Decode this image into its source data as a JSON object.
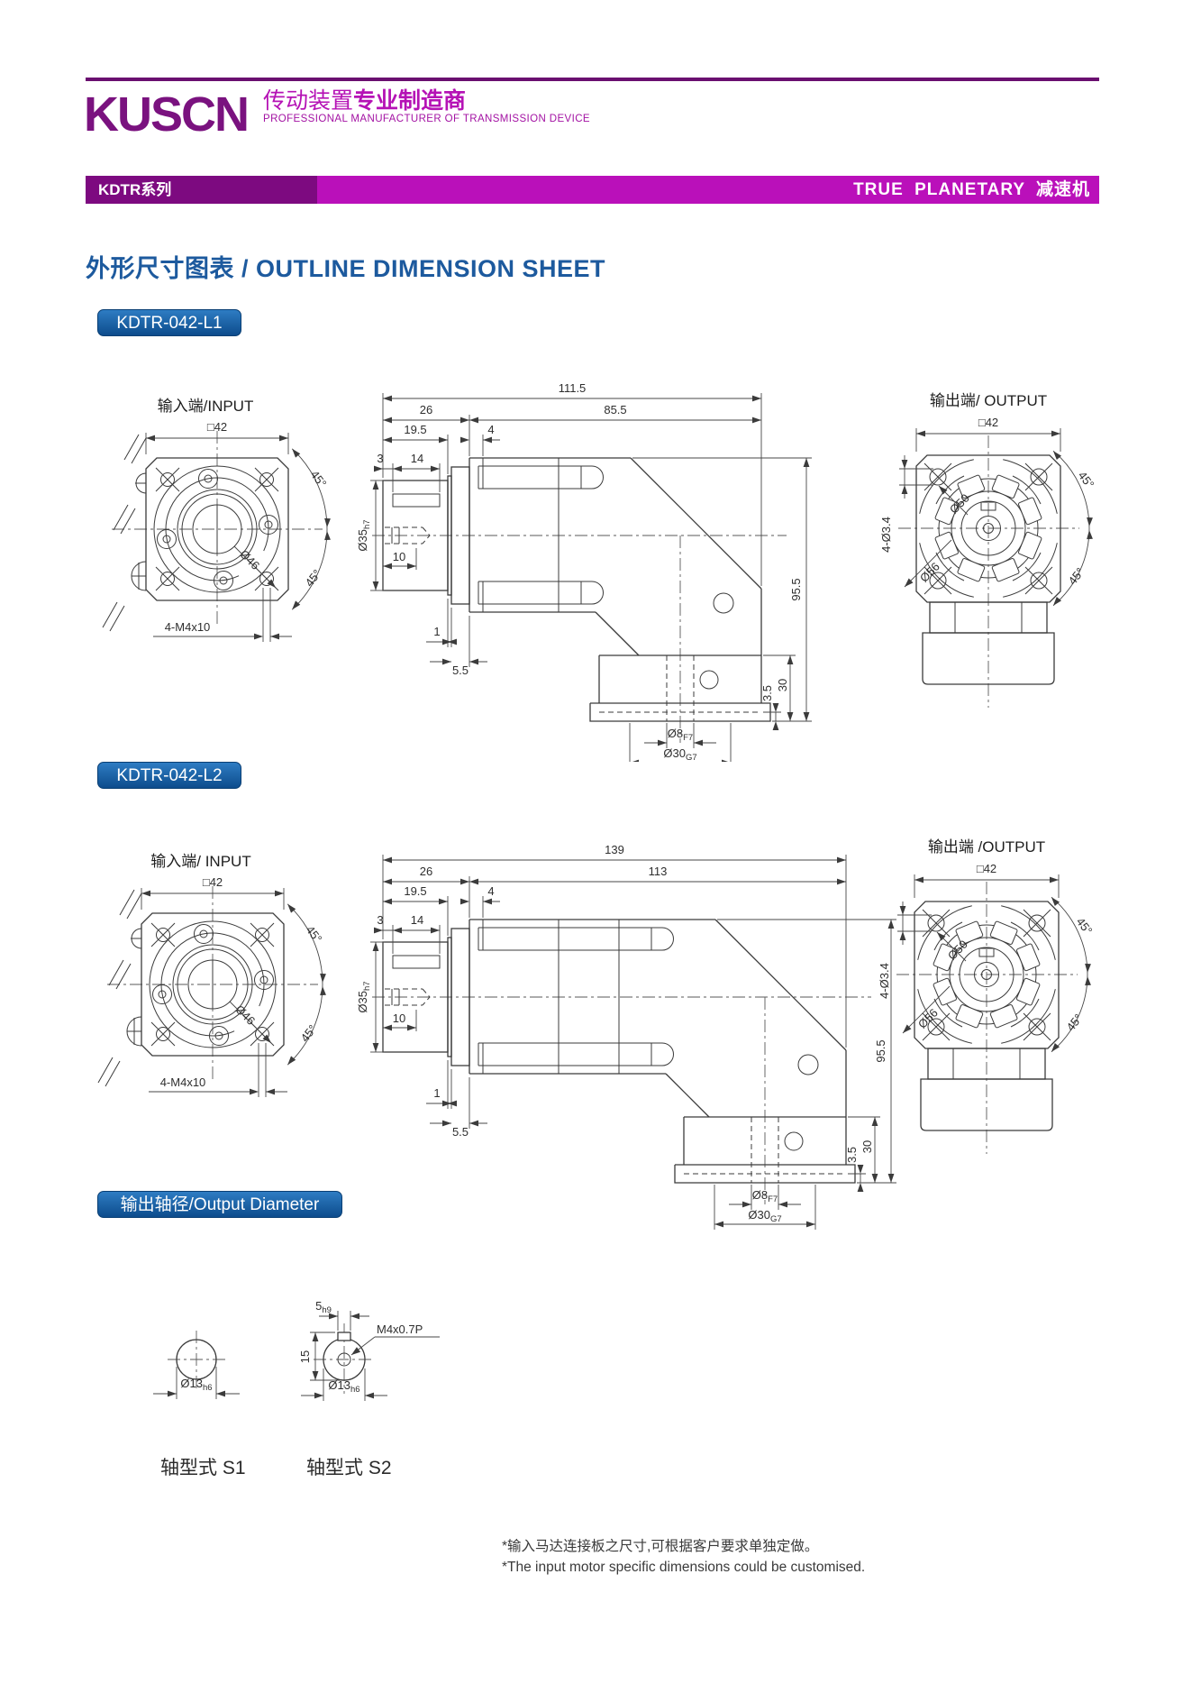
{
  "header": {
    "logo": "KUSCN",
    "tagline_cn_1": "传动装置",
    "tagline_cn_2": "专业制造商",
    "tagline_en": "PROFESSIONAL MANUFACTURER OF TRANSMISSION DEVICE",
    "series_label": "KDTR系列",
    "banner_right": "TRUE PLANETARY 减速机"
  },
  "page_title": "外形尺寸图表 / OUTLINE DIMENSION SHEET",
  "colors": {
    "brand_purple": "#7a127f",
    "brand_magenta": "#ba10ba",
    "badge_blue": "#1565a8",
    "title_blue": "#1d5a9e"
  },
  "sections": [
    {
      "badge": "KDTR-042-L1",
      "input": {
        "title": "输入端/INPUT",
        "square": "□42",
        "angle1": "45°",
        "angle2": "45°",
        "bolt_circle": "Ø46",
        "screws": "4-M4x10"
      },
      "side": {
        "total": "111.5",
        "front": "26",
        "body": "85.5",
        "pilot": "19.5",
        "plate": "4",
        "key_offset": "3",
        "key_len": "14",
        "shaft_main": "Ø35",
        "shaft_sub": "h7",
        "tap_depth": "10",
        "step": "1",
        "flange_t": "5.5",
        "height": "95.5",
        "foot": "3.5",
        "foot2": "30",
        "bore_main": "Ø8",
        "bore_sub": "F7",
        "spigot_main": "Ø30",
        "spigot_sub": "G7"
      },
      "output": {
        "title": "输出端/ OUTPUT",
        "square": "□42",
        "holes": "4-Ø3.4",
        "d50": "Ø50",
        "d56": "Ø56",
        "angle1": "45°",
        "angle2": "45°"
      }
    },
    {
      "badge": "KDTR-042-L2",
      "input": {
        "title": "输入端/ INPUT",
        "square": "□42",
        "angle1": "45°",
        "angle2": "45°",
        "bolt_circle": "Ø46",
        "screws": "4-M4x10"
      },
      "side": {
        "total": "139",
        "front": "26",
        "body": "113",
        "pilot": "19.5",
        "plate": "4",
        "key_offset": "3",
        "key_len": "14",
        "shaft_main": "Ø35",
        "shaft_sub": "h7",
        "tap_depth": "10",
        "step": "1",
        "flange_t": "5.5",
        "height": "95.5",
        "foot": "3.5",
        "foot2": "30",
        "bore_main": "Ø8",
        "bore_sub": "F7",
        "spigot_main": "Ø30",
        "spigot_sub": "G7"
      },
      "output": {
        "title": "输出端 /OUTPUT",
        "square": "□42",
        "holes": "4-Ø3.4",
        "d50": "Ø50",
        "d56": "Ø56",
        "angle1": "45°",
        "angle2": "45°"
      }
    }
  ],
  "shaft_section": {
    "badge": "输出轴径/Output Diameter",
    "s1": {
      "dia_main": "Ø13",
      "dia_sub": "h6",
      "label": "轴型式 S1"
    },
    "s2": {
      "key_main": "5",
      "key_sub": "h9",
      "height": "15",
      "tap": "M4x0.7P",
      "dia_main": "Ø13",
      "dia_sub": "h6",
      "label": "轴型式 S2"
    }
  },
  "footnote": {
    "cn": "*输入马达连接板之尺寸,可根据客户要求单独定做。",
    "en": "*The input motor specific dimensions could be customised."
  }
}
